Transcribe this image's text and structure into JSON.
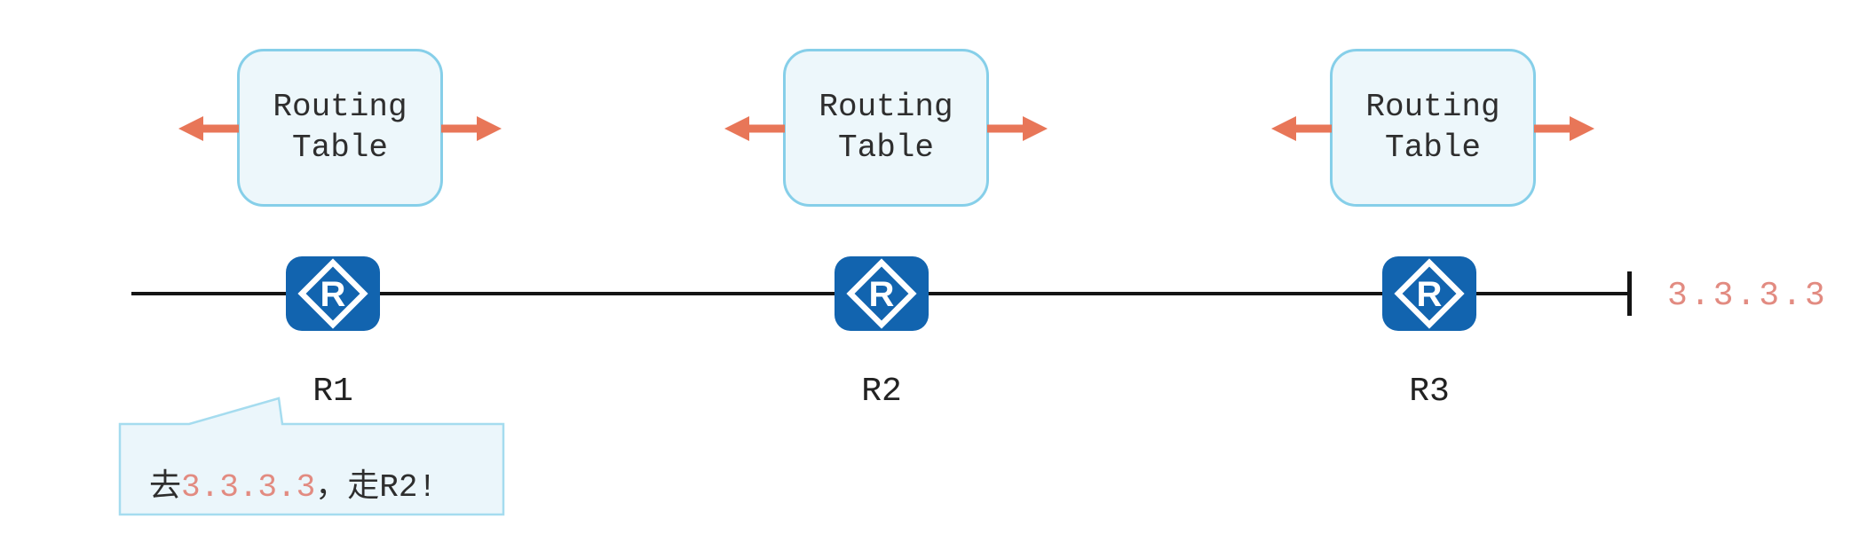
{
  "diagram": {
    "routing_table_label": "Routing Table",
    "router_icon_letter": "R",
    "routers": [
      {
        "name": "R1"
      },
      {
        "name": "R2"
      },
      {
        "name": "R3"
      }
    ],
    "destination_ip": "3.3.3.3",
    "callout": {
      "prefix": "去",
      "ip": "3.3.3.3",
      "suffix": "，走R2!"
    },
    "colors": {
      "router_blue": "#1264AF",
      "arrow_salmon": "#E87658",
      "ip_salmon": "#E28B81",
      "box_border": "#86CFE9",
      "box_fill": "#EDF7FB",
      "bubble_border": "#A5DCEF",
      "bubble_fill": "#EBF6FB",
      "line_color": "#141414"
    }
  }
}
